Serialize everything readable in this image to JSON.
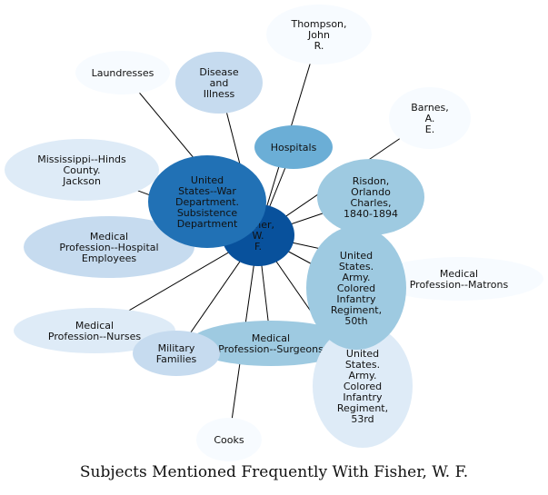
{
  "caption": "Subjects Mentioned Frequently With Fisher, W. F.",
  "palette": {
    "darkest": "#08519c",
    "dark": "#2171b5",
    "mid": "#6baed6",
    "light": "#9ecae1",
    "lighter": "#c6dbef",
    "pale": "#deebf7",
    "palest": "#f7fbff",
    "edge": "#000000"
  },
  "nodes": [
    {
      "id": "fisher",
      "lines": [
        "Fisher,",
        "W.",
        "F."
      ],
      "tone": "darkest",
      "text_color": "#ffffff"
    },
    {
      "id": "war-dept",
      "lines": [
        "United",
        "States--War",
        "Department.",
        "Subsistence",
        "Department"
      ],
      "tone": "dark",
      "text_color": "#111111"
    },
    {
      "id": "thompson",
      "lines": [
        "Thompson,",
        "John",
        "R."
      ],
      "tone": "palest",
      "text_color": "#111111"
    },
    {
      "id": "laundresses",
      "lines": [
        "Laundresses"
      ],
      "tone": "palest",
      "text_color": "#111111"
    },
    {
      "id": "disease",
      "lines": [
        "Disease",
        "and",
        "Illness"
      ],
      "tone": "lighter",
      "text_color": "#111111"
    },
    {
      "id": "barnes",
      "lines": [
        "Barnes,",
        "A.",
        "E."
      ],
      "tone": "palest",
      "text_color": "#111111"
    },
    {
      "id": "hospitals",
      "lines": [
        "Hospitals"
      ],
      "tone": "mid",
      "text_color": "#111111"
    },
    {
      "id": "mississippi",
      "lines": [
        "Mississippi--Hinds",
        "County.",
        "Jackson"
      ],
      "tone": "pale",
      "text_color": "#111111"
    },
    {
      "id": "risdon",
      "lines": [
        "Risdon,",
        "Orlando",
        "Charles,",
        "1840-1894"
      ],
      "tone": "light",
      "text_color": "#111111"
    },
    {
      "id": "hospital-employees",
      "lines": [
        "Medical",
        "Profession--Hospital",
        "Employees"
      ],
      "tone": "lighter",
      "text_color": "#111111"
    },
    {
      "id": "matrons",
      "lines": [
        "Medical",
        "Profession--Matrons"
      ],
      "tone": "palest",
      "text_color": "#111111"
    },
    {
      "id": "regiment-50",
      "lines": [
        "United",
        "States.",
        "Army.",
        "Colored",
        "Infantry",
        "Regiment,",
        "50th"
      ],
      "tone": "light",
      "text_color": "#111111"
    },
    {
      "id": "nurses",
      "lines": [
        "Medical",
        "Profession--Nurses"
      ],
      "tone": "pale",
      "text_color": "#111111"
    },
    {
      "id": "surgeons",
      "lines": [
        "Medical",
        "Profession--Surgeons"
      ],
      "tone": "light",
      "text_color": "#111111"
    },
    {
      "id": "military-families",
      "lines": [
        "Military",
        "Families"
      ],
      "tone": "lighter",
      "text_color": "#111111"
    },
    {
      "id": "regiment-53",
      "lines": [
        "United",
        "States.",
        "Army.",
        "Colored",
        "Infantry",
        "Regiment,",
        "53rd"
      ],
      "tone": "pale",
      "text_color": "#111111"
    },
    {
      "id": "cooks",
      "lines": [
        "Cooks"
      ],
      "tone": "palest",
      "text_color": "#111111"
    }
  ],
  "edges": [
    [
      "fisher",
      "thompson"
    ],
    [
      "fisher",
      "laundresses"
    ],
    [
      "fisher",
      "disease"
    ],
    [
      "fisher",
      "barnes"
    ],
    [
      "fisher",
      "hospitals"
    ],
    [
      "fisher",
      "mississippi"
    ],
    [
      "fisher",
      "risdon"
    ],
    [
      "fisher",
      "hospital-employees"
    ],
    [
      "fisher",
      "matrons"
    ],
    [
      "fisher",
      "regiment-50"
    ],
    [
      "fisher",
      "nurses"
    ],
    [
      "fisher",
      "surgeons"
    ],
    [
      "fisher",
      "military-families"
    ],
    [
      "fisher",
      "regiment-53"
    ],
    [
      "fisher",
      "cooks"
    ],
    [
      "fisher",
      "war-dept"
    ]
  ]
}
